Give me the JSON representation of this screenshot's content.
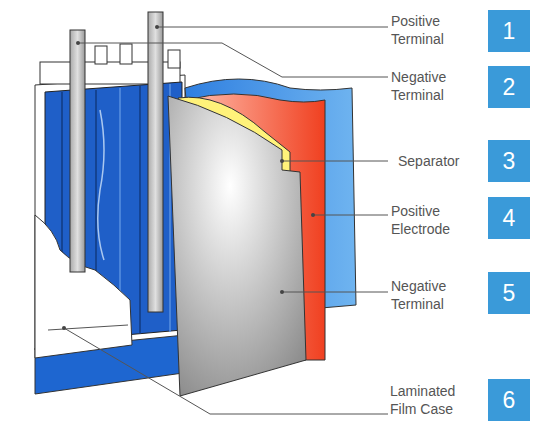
{
  "diagram": {
    "nodes": [
      {
        "text": [
          "1"
        ]
      },
      {
        "text": [
          "2"
        ]
      },
      {
        "text": [
          "3"
        ]
      },
      {
        "text": [
          "4"
        ]
      },
      {
        "text": [
          "5"
        ]
      },
      {
        "text": [
          "6"
        ]
      }
    ],
    "labels": [
      "Positive Terminal",
      "Negative Terminal",
      "Separator",
      "Positive Electrode",
      "Negative Terminal",
      "Laminated Film Case"
    ]
  }
}
